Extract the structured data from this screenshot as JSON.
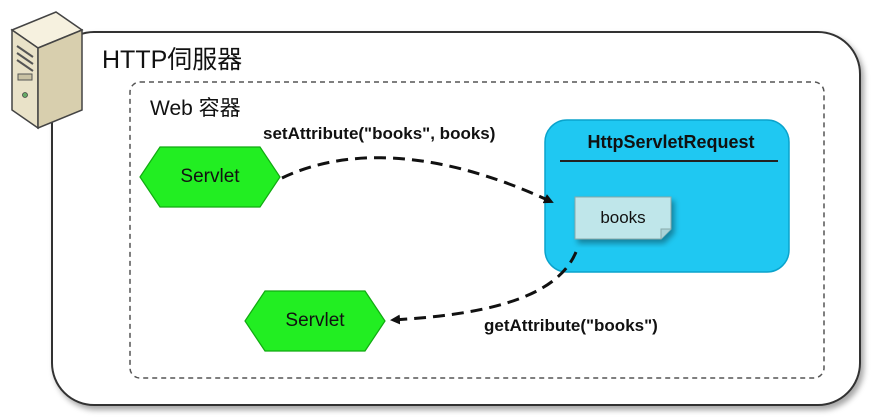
{
  "server": {
    "title": "HTTP伺服器",
    "icon": "server-tower-icon"
  },
  "container": {
    "title": "Web 容器"
  },
  "servlets": [
    {
      "label": "Servlet"
    },
    {
      "label": "Servlet"
    }
  ],
  "request": {
    "title": "HttpServletRequest",
    "attribute_label": "books"
  },
  "arrows": {
    "set": "setAttribute(\"books\", books)",
    "get": "getAttribute(\"books\")"
  },
  "colors": {
    "servlet_fill": "#22ee22",
    "request_fill": "#1fc8f2",
    "note_fill": "#bfe6ea",
    "panel_fill": "#ffffff",
    "border": "#333333"
  }
}
